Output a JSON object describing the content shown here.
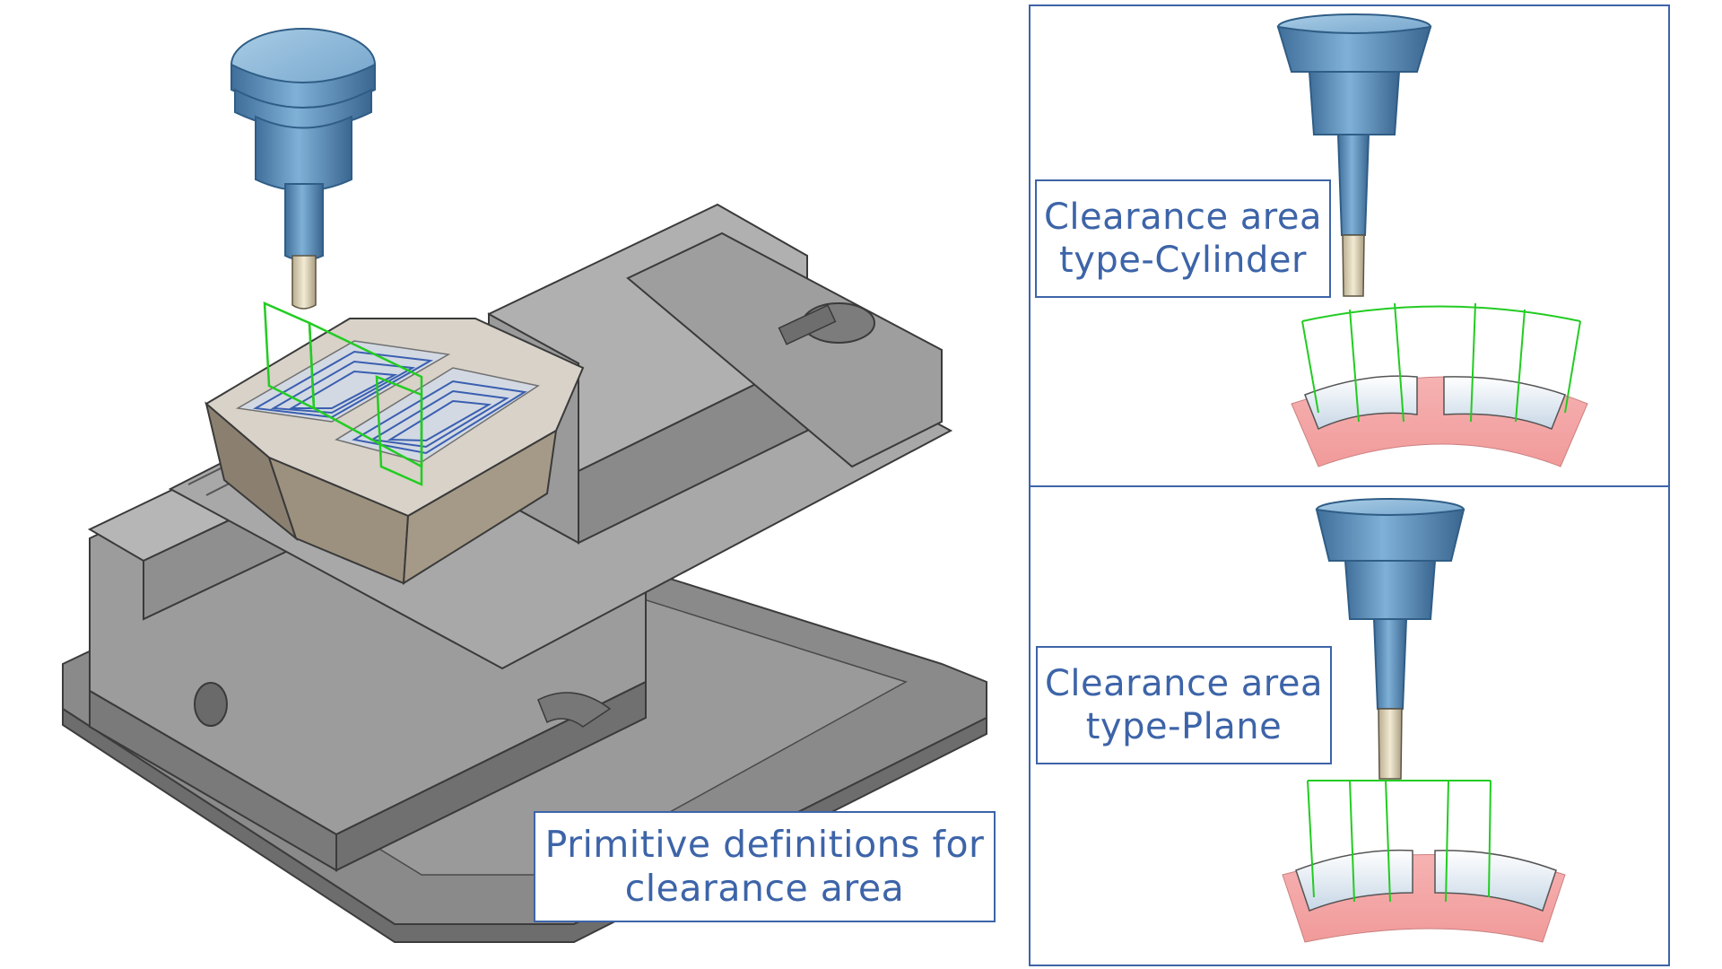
{
  "labels": {
    "main": {
      "line1": "Primitive definitions for",
      "line2": "clearance area"
    },
    "cylinder": {
      "line1": "Clearance area",
      "line2": "type-Cylinder"
    },
    "plane": {
      "line1": "Clearance area",
      "line2": "type-Plane"
    }
  },
  "colors": {
    "label_text": "#3d64a8",
    "panel_border": "#3d64a8",
    "tool_blue": "#5a8fbf",
    "vise_gray": "#8e8e8e",
    "toolpath_green": "#22cc22",
    "toolpath_blue": "#3a5fb0",
    "part_pink": "#f4a3a3"
  },
  "icons": [
    "milling-tool-icon",
    "machine-vise-icon",
    "clearance-cylinder-icon",
    "clearance-plane-icon"
  ]
}
